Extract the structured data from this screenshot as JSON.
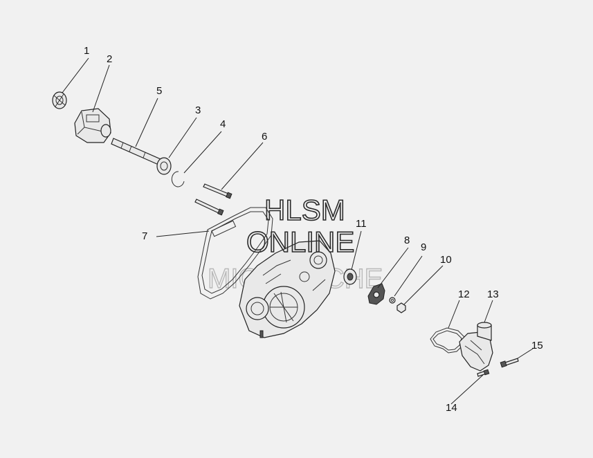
{
  "callouts": [
    {
      "id": "1",
      "label": "1"
    },
    {
      "id": "2",
      "label": "2"
    },
    {
      "id": "3",
      "label": "3"
    },
    {
      "id": "4",
      "label": "4"
    },
    {
      "id": "5",
      "label": "5"
    },
    {
      "id": "6",
      "label": "6"
    },
    {
      "id": "7",
      "label": "7"
    },
    {
      "id": "8",
      "label": "8"
    },
    {
      "id": "9",
      "label": "9"
    },
    {
      "id": "10",
      "label": "10"
    },
    {
      "id": "11",
      "label": "11"
    },
    {
      "id": "12",
      "label": "12"
    },
    {
      "id": "13",
      "label": "13"
    },
    {
      "id": "14",
      "label": "14"
    },
    {
      "id": "15",
      "label": "15"
    }
  ],
  "watermark": {
    "line1": "HLSM",
    "line2": "ONLINE",
    "line3": "MICROFICHE"
  }
}
